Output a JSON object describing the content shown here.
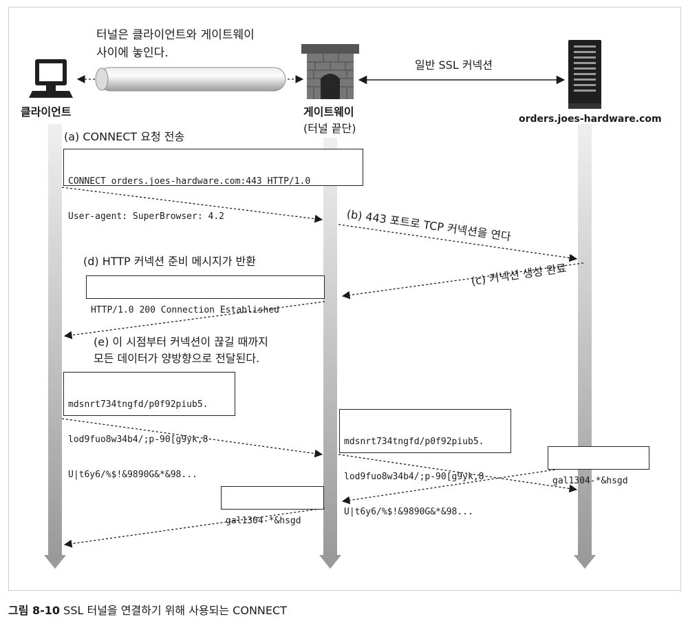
{
  "participants": {
    "client": "클라이언트",
    "gateway": "게이트웨이",
    "gateway_sub": "(터널 끝단)",
    "server": "orders.joes-hardware.com"
  },
  "notes": {
    "tunnel_line1": "터널은 클라이언트와 게이트웨이",
    "tunnel_line2": "사이에 놓인다.",
    "ssl_connection": "일반 SSL 커넥션"
  },
  "steps": {
    "a": "(a) CONNECT 요청 전송",
    "b": "(b) 443 포트로 TCP 커넥션을 연다",
    "c": "(c) 커넥션 생성 완료",
    "d": "(d) HTTP 커넥션 준비 메시지가 반환",
    "e_line1": "(e) 이 시점부터 커넥션이 끊길 때까지",
    "e_line2": "모든 데이터가 양방향으로 전달된다."
  },
  "messages": {
    "connect_line1": "CONNECT orders.joes-hardware.com:443 HTTP/1.0",
    "connect_line2": "User-agent: SuperBrowser: 4.2",
    "established": "HTTP/1.0 200 Connection Established",
    "data_line1": "mdsnrt734tngfd/p0f92piub5.",
    "data_line2": "lod9fuo8w34b4/;p-90[g9yk,8",
    "data_line3": "U|t6y6/%$!&9890G&*&98...",
    "reply": "gal1304-*&hsgd"
  },
  "caption": {
    "figure": "그림 8-10",
    "text": "SSL 터널을 연결하기 위해 사용되는 CONNECT"
  }
}
